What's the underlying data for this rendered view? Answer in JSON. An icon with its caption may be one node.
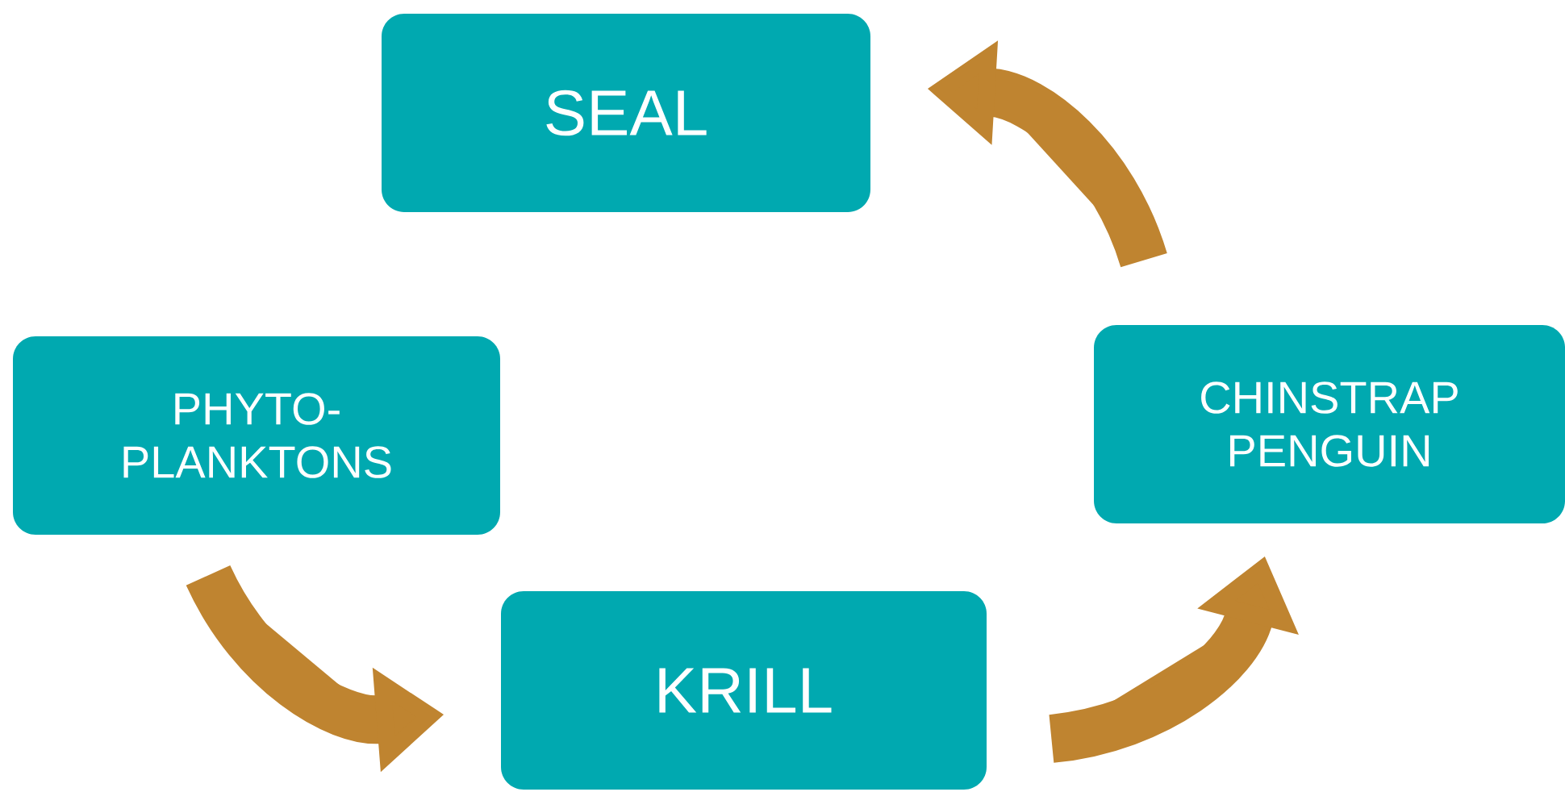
{
  "diagram": {
    "nodes": [
      {
        "text": [
          "SEAL"
        ]
      },
      {
        "text": [
          "PHYTO- PLANKTONS"
        ]
      },
      {
        "text": [
          "KRILL"
        ]
      },
      {
        "text": [
          "CHINSTRAP PENGUIN"
        ]
      }
    ],
    "edges": [
      {
        "from": 1,
        "to": 2,
        "arrow": "to"
      },
      {
        "from": 2,
        "to": 3,
        "arrow": "to"
      },
      {
        "from": 3,
        "to": 0,
        "arrow": "to"
      }
    ]
  }
}
